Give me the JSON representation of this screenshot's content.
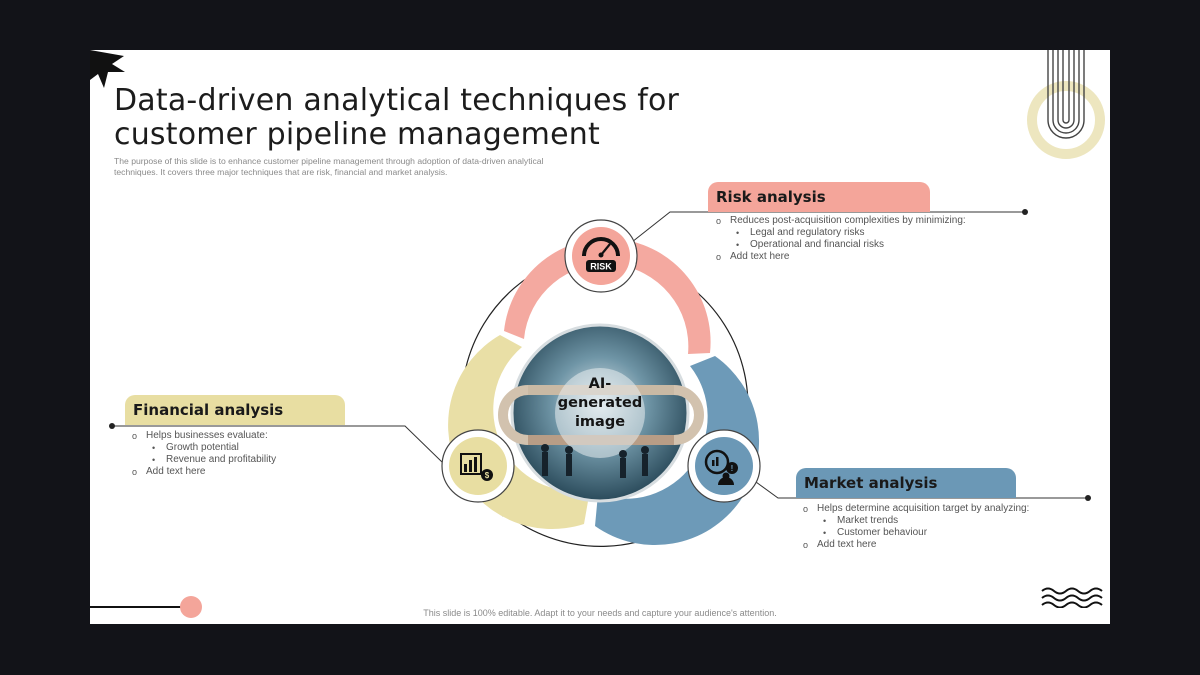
{
  "slide": {
    "title": "Data-driven analytical techniques for customer pipeline management",
    "subtitle": "The purpose of this slide is to enhance customer pipeline management through adoption of data-driven analytical techniques. It covers three major techniques that are risk, financial and market analysis.",
    "footer": "This slide is 100% editable. Adapt it to your needs and capture your audience's attention."
  },
  "center": {
    "image_text": "AI-generated image"
  },
  "risk": {
    "label": "Risk analysis",
    "icon_text": "RISK",
    "color": "#f4a59a",
    "items": [
      {
        "level": 1,
        "text": "Reduces post-acquisition complexities by minimizing:"
      },
      {
        "level": 2,
        "text": "Legal and regulatory risks"
      },
      {
        "level": 2,
        "text": "Operational and financial risks"
      },
      {
        "level": 1,
        "text": "Add text here"
      }
    ]
  },
  "financial": {
    "label": "Financial analysis",
    "color": "#e8dea2",
    "items": [
      {
        "level": 1,
        "text": "Helps businesses evaluate:"
      },
      {
        "level": 2,
        "text": "Growth potential"
      },
      {
        "level": 2,
        "text": "Revenue and profitability"
      },
      {
        "level": 1,
        "text": "Add text here"
      }
    ]
  },
  "market": {
    "label": "Market analysis",
    "color": "#6b98b6",
    "items": [
      {
        "level": 1,
        "text": "Helps determine acquisition target by analyzing:"
      },
      {
        "level": 2,
        "text": "Market trends"
      },
      {
        "level": 2,
        "text": "Customer behaviour"
      },
      {
        "level": 1,
        "text": "Add text here"
      }
    ]
  },
  "icons": {
    "risk": "speedometer-risk-icon",
    "financial": "chart-coins-icon",
    "market": "analysis-warning-person-icon"
  }
}
